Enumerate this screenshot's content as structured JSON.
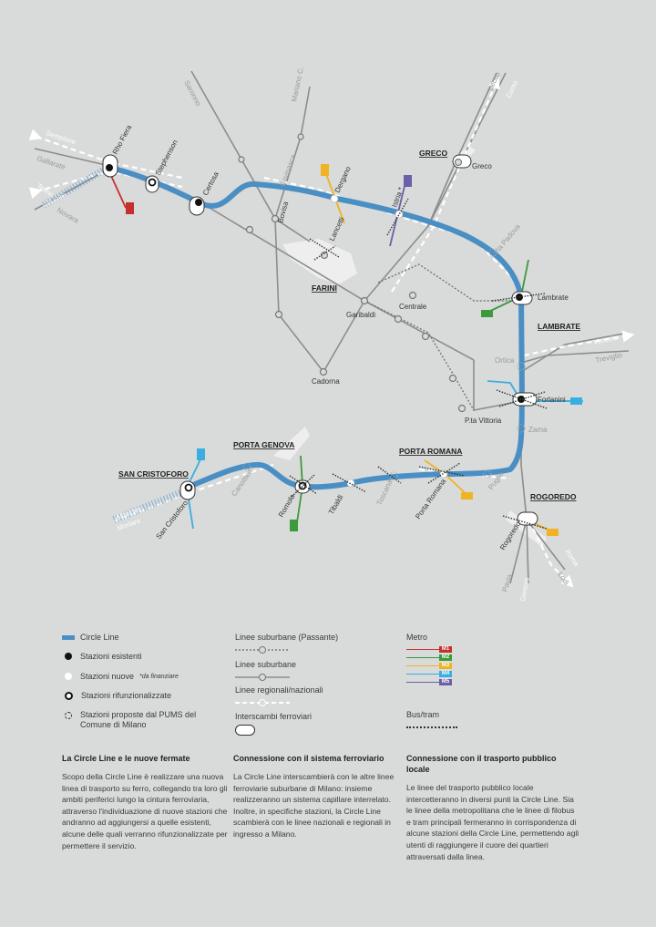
{
  "areas": {
    "greco": "GRECO",
    "farini": "FARINI",
    "lambrate": "LAMBRATE",
    "porta_genova": "PORTA GENOVA",
    "san_cristoforo": "SAN CRISTOFORO",
    "porta_romana": "PORTA ROMANA",
    "rogoredo": "ROGOREDO"
  },
  "stations": {
    "rho_fiera": "Rho Fiera",
    "stephenson": "Stephenson",
    "certosa": "Certosa",
    "bovisa": "Bovisa",
    "dergano": "Dergano",
    "istria": "Istria *",
    "greco": "Greco",
    "lancetti": "Lancetti",
    "garibaldi": "Garibaldi",
    "centrale": "Centrale",
    "lambrate": "Lambrate",
    "forlanini": "Forlanini",
    "pta_vittoria": "P.ta Vittoria",
    "cadorna": "Cadorna",
    "san_cristoforo": "San Cristoforo",
    "romolo": "Romolo",
    "tibaldi": "Tibaldi",
    "porta_romana": "Porta Romana",
    "rogoredo": "Rogoredo"
  },
  "proposed": {
    "bovisasca": "Bovisasca",
    "dergano_n": "Dergano",
    "paldova": "Via Padova",
    "ortica": "Ortica",
    "zama": "Zama",
    "puglie": "Puglie",
    "toscana": "Toscana",
    "canottieri": "Canottieri"
  },
  "directions": {
    "sempione": "Sempione",
    "gallarate": "Gallarate",
    "torino": "Torino",
    "novara": "Novara",
    "vittuone": "Vittuone",
    "saronno": "Saronno",
    "mariano": "Mariano C.",
    "lecco": "Lecco",
    "como": "Como",
    "venezia": "Venezia",
    "treviglio": "Treviglio",
    "albairate": "Albairate",
    "mortara": "Mortara",
    "pavia": "Pavia",
    "genova": "Genova",
    "roma": "Roma",
    "lodi": "Lodi"
  },
  "metro_tags": {
    "m1": "M1",
    "m2": "M2",
    "m3": "M3",
    "m4": "M4",
    "m5": "M5"
  },
  "colors": {
    "circle_line": "#4a8fc4",
    "m1": "#c4302b",
    "m2": "#3c9a3c",
    "m3": "#f0b323",
    "m4": "#3aaee0",
    "m5": "#6a5fa8",
    "rail": "#8d8d8d"
  },
  "legend": {
    "circle_line": "Circle Line",
    "existing": "Stazioni esistenti",
    "new": "Stazioni nuove",
    "new_note": "*da finanziare",
    "refunctional": "Stazioni rifunzionalizzate",
    "pums": "Stazioni proposte dal PUMS del Comune di Milano",
    "passante": "Linee suburbane (Passante)",
    "suburbane": "Linee suburbane",
    "regionali": "Linee regionali/nazionali",
    "interscambi": "Interscambi ferroviari",
    "metro": "Metro",
    "bus": "Bus/tram",
    "metro_lines": [
      "M1",
      "M2",
      "M3",
      "M4",
      "M5"
    ]
  },
  "sections": [
    {
      "title": "La Circle Line e le nuove fermate",
      "body": "Scopo della Circle Line è realizzare una nuova linea di trasporto su ferro, collegando tra loro gli ambiti periferici lungo la cintura ferroviaria, attraverso l'individuazione di nuove stazioni che andranno ad aggiungersi a quelle esistenti, alcune delle quali verranno rifunzionalizzate per permettere il servizio."
    },
    {
      "title": "Connessione con il sistema ferroviario",
      "body": "La Circle Line interscambierà con le altre linee ferroviarie suburbane di Milano: insieme realizzeranno un sistema capillare interrelato. Inoltre, in specifiche stazioni, la Circle Line scambierà con le linee nazionali e regionali in ingresso a Milano."
    },
    {
      "title": "Connessione con il trasporto pubblico locale",
      "body": "Le linee del trasporto pubblico locale intercetteranno in diversi punti la Circle Line. Sia le linee della metropolitana che le linee di filobus e tram principali fermeranno in corrispondenza di alcune stazioni della Circle Line, permettendo agli utenti di raggiungere il cuore dei quartieri attraversati dalla linea."
    }
  ]
}
